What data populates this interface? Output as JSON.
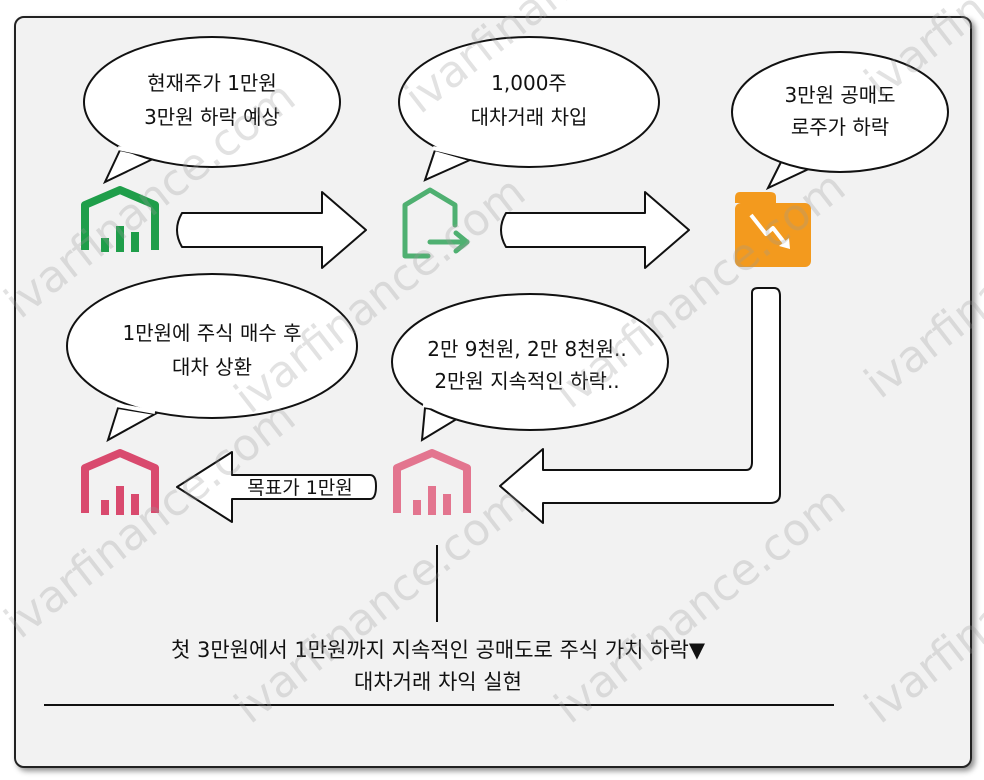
{
  "bubbles": {
    "b1": {
      "line1": "현재주가 1만원",
      "line2": "3만원 하락 예상"
    },
    "b2": {
      "line1": "1,000주",
      "line2": "대차거래 차입"
    },
    "b3": {
      "line1": "3만원 공매도",
      "line2": "로주가 하락"
    },
    "b4": {
      "line1": "1만원에 주식 매수 후",
      "line2": "대차 상환"
    },
    "b5": {
      "line1": "2만 9천원, 2만 8천원..",
      "line2": "2만원 지속적인 하락.."
    }
  },
  "arrow_label": "목표가 1만원",
  "caption": {
    "line1": "첫 3만원에서 1만원까지 지속적인 공매도로 주식 가치 하락▼",
    "line2": "대차거래 차익 실현"
  },
  "watermark": "ivarfinance.com",
  "colors": {
    "green": "#1f9e4a",
    "light_green": "#4fb071",
    "orange": "#f39a1e",
    "red": "#d94a6e",
    "pink": "#e3758f"
  }
}
